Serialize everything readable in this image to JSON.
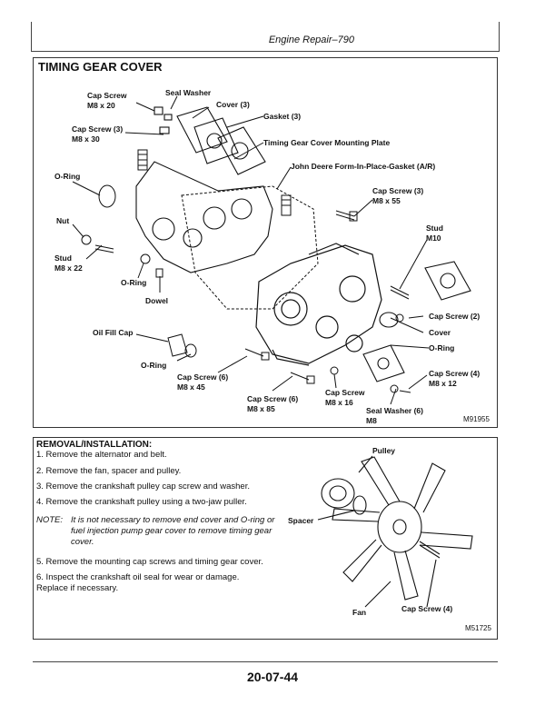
{
  "header": {
    "title": "Engine Repair–790"
  },
  "section": {
    "title": "TIMING GEAR COVER"
  },
  "figure1": {
    "ref": "M91955",
    "labels": {
      "seal_washer": "Seal Washer",
      "cap_screw_m8x20_a": "Cap Screw",
      "cap_screw_m8x20_b": "M8 x 20",
      "cover3": "Cover (3)",
      "gasket3": "Gasket (3)",
      "cap_screw3_m8x30_a": "Cap Screw (3)",
      "cap_screw3_m8x30_b": "M8 x 30",
      "mounting_plate": "Timing Gear Cover Mounting Plate",
      "form_gasket": "John Deere Form-In-Place-Gasket (A/R)",
      "o_ring_top": "O-Ring",
      "cap_screw3_m8x55_a": "Cap Screw (3)",
      "cap_screw3_m8x55_b": "M8 x 55",
      "nut": "Nut",
      "stud_m10_a": "Stud",
      "stud_m10_b": "M10",
      "stud_m8x22_a": "Stud",
      "stud_m8x22_b": "M8 x 22",
      "o_ring_mid": "O-Ring",
      "dowel": "Dowel",
      "cap_screw2": "Cap Screw (2)",
      "cover": "Cover",
      "oil_fill_cap": "Oil Fill Cap",
      "o_ring_right": "O-Ring",
      "o_ring_low": "O-Ring",
      "cap_screw6_m8x45_a": "Cap Screw (6)",
      "cap_screw6_m8x45_b": "M8 x 45",
      "cap_screw4_m8x12_a": "Cap Screw (4)",
      "cap_screw4_m8x12_b": "M8 x 12",
      "cap_screw6_m8x85_a": "Cap Screw (6)",
      "cap_screw6_m8x85_b": "M8 x 85",
      "cap_screw_m8x16_a": "Cap Screw",
      "cap_screw_m8x16_b": "M8 x 16",
      "seal_washer6_a": "Seal Washer (6)",
      "seal_washer6_b": "M8"
    }
  },
  "removal": {
    "title": "REMOVAL/INSTALLATION:",
    "steps": [
      "1.  Remove the alternator and belt.",
      "2.  Remove the fan, spacer and pulley.",
      "3.  Remove the crankshaft pulley cap screw and washer.",
      "4.  Remove the crankshaft pulley using a two-jaw puller.",
      "5.  Remove the mounting cap screws and timing gear cover.",
      "6.  Inspect the crankshaft oil seal for wear or damage.",
      "Replace if necessary."
    ],
    "note_label": "NOTE:",
    "note_text": "It is not necessary to remove end cover and O-ring or fuel injection pump gear cover to remove timing gear cover."
  },
  "figure2": {
    "ref": "M51725",
    "labels": {
      "pulley": "Pulley",
      "spacer": "Spacer",
      "fan": "Fan",
      "cap_screw4": "Cap Screw (4)"
    }
  },
  "footer": {
    "page": "20-07-44"
  }
}
